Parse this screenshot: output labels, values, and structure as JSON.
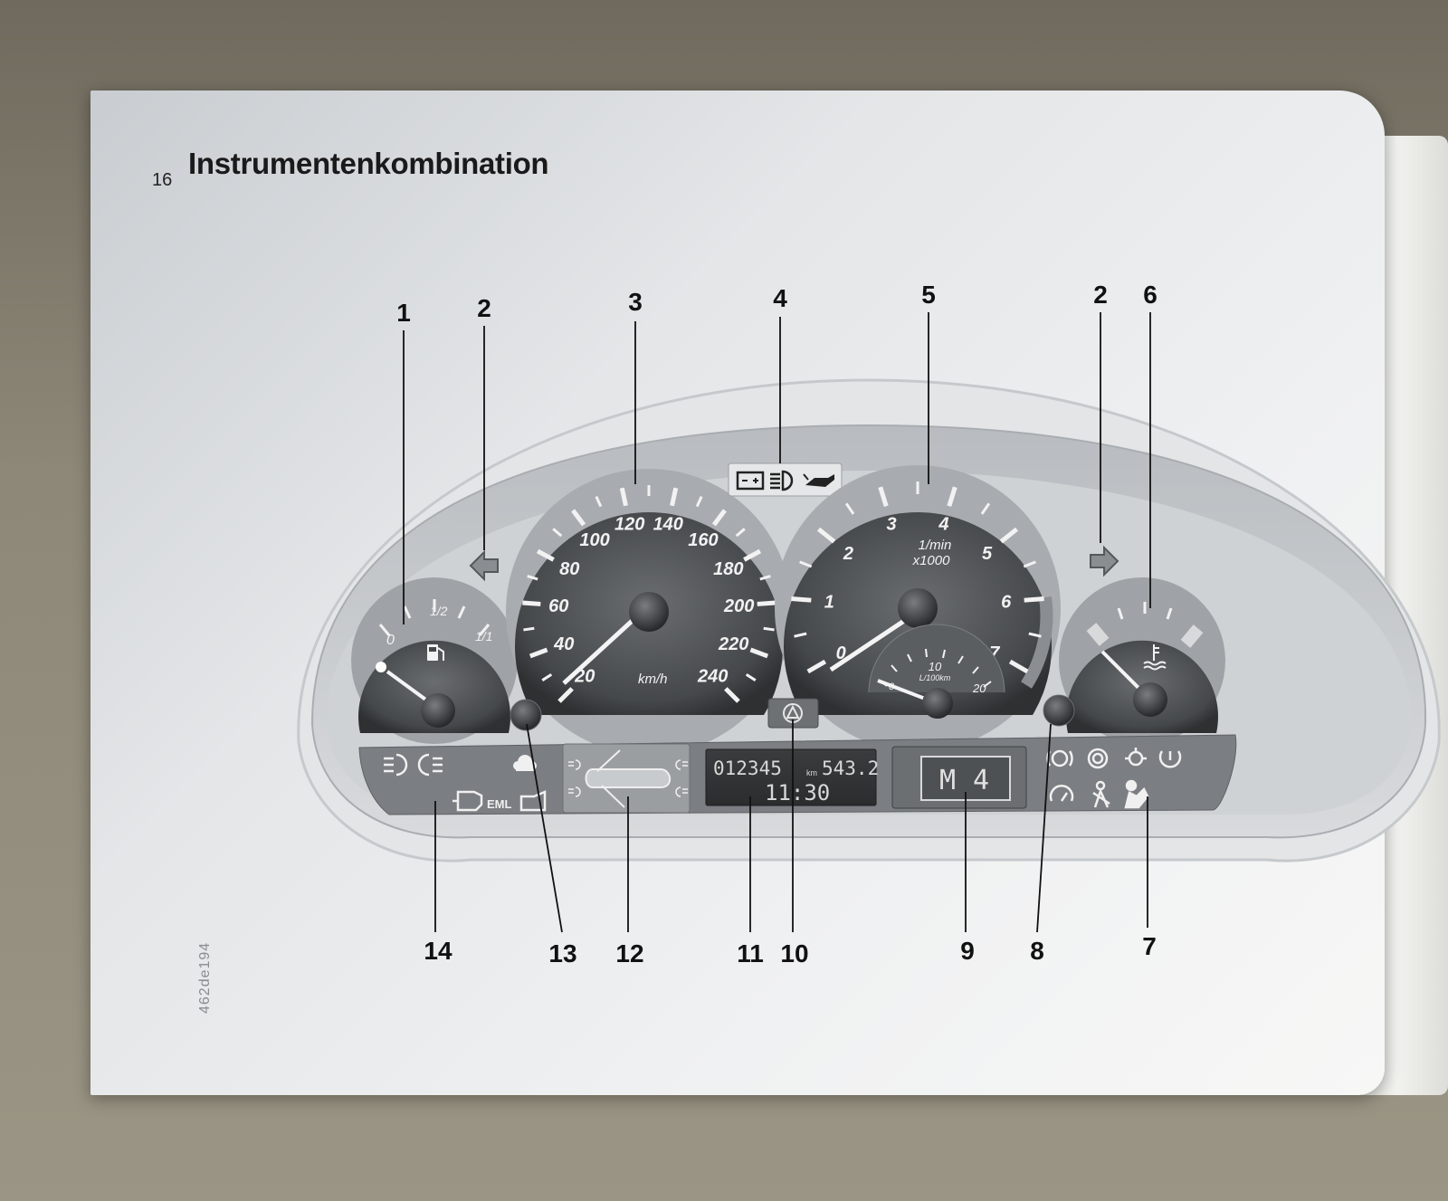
{
  "page": {
    "number": "16",
    "title": "Instrumentenkombination",
    "figure_code": "462de194"
  },
  "callouts": [
    "1",
    "2",
    "3",
    "4",
    "5",
    "2",
    "6",
    "14",
    "13",
    "12",
    "11",
    "10",
    "9",
    "8",
    "7"
  ],
  "cluster": {
    "fuel_gauge": {
      "labels": [
        "0",
        "1/2",
        "1/1"
      ]
    },
    "speedometer": {
      "unit": "km/h",
      "scale": [
        "20",
        "40",
        "60",
        "80",
        "100",
        "120",
        "140",
        "160",
        "180",
        "200",
        "220",
        "240"
      ]
    },
    "tachometer": {
      "unit_line1": "1/min",
      "unit_line2": "x1000",
      "scale": [
        "0",
        "1",
        "2",
        "3",
        "4",
        "5",
        "6",
        "7"
      ]
    },
    "consumption": {
      "labels": [
        "0",
        "10",
        "20"
      ],
      "unit": "L/100km"
    },
    "odometer": {
      "total": "012345",
      "unit": "km",
      "trip": "543.2",
      "clock": "11:30"
    },
    "gear_display": {
      "mode": "M",
      "gear": "4"
    },
    "eml_label": "EML"
  },
  "icons": {
    "warning_top": [
      "battery-icon",
      "headlight-icon",
      "oil-can-icon"
    ],
    "left_panel": [
      "front-fog-icon",
      "rear-fog-icon",
      "cruise-icon",
      "engine-icon",
      "trunk-icon"
    ],
    "right_panel": [
      "brake-icon",
      "abs-icon",
      "light-bulb-icon",
      "tire-pressure-icon",
      "dsc-icon",
      "seatbelt-icon",
      "airbag-icon"
    ]
  }
}
